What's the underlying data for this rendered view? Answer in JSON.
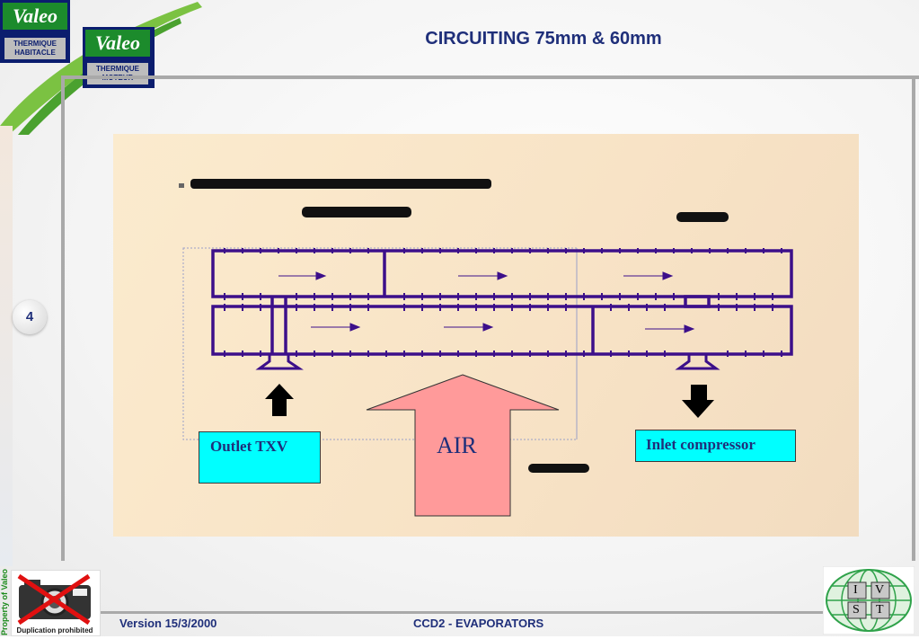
{
  "slide": {
    "title": "CIRCUITING 75mm & 60mm",
    "page_number": "4",
    "version": "Version 15/3/2000",
    "course": "CCD2 - EVAPORATORS"
  },
  "logos": {
    "logo1_brand": "Valeo",
    "logo1_line1": "THERMIQUE",
    "logo1_line2": "HABITACLE",
    "logo2_brand": "Valeo",
    "logo2_line1": "THERMIQUE",
    "logo2_line2": "MOTEUR",
    "ivst": [
      "I",
      "V",
      "S",
      "T"
    ]
  },
  "diagram": {
    "outlet_label": "Outlet TXV",
    "inlet_label": "Inlet compressor",
    "air_label": "AIR"
  },
  "side": {
    "property": "Property of Valeo",
    "duplication": "Duplication prohibited"
  },
  "colors": {
    "title": "#1f2f7a",
    "tube": "#3c0f8a",
    "air_arrow": "#ff9a9a",
    "label_box": "#00ffff",
    "panel": "#f8e3c6"
  }
}
